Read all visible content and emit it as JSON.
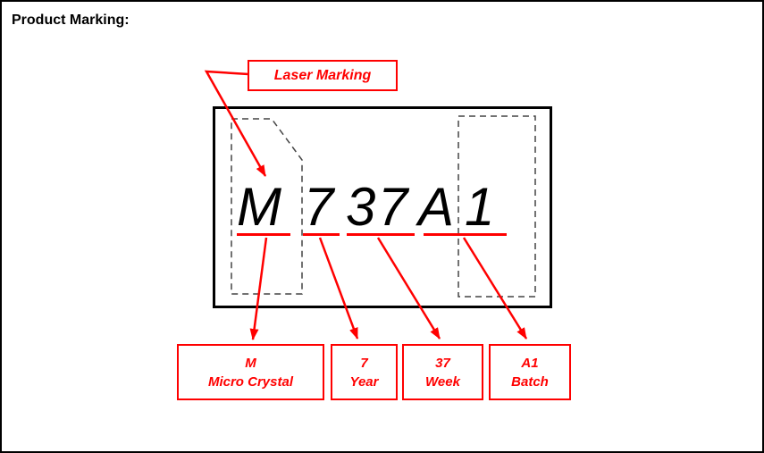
{
  "page": {
    "title": "Product Marking:"
  },
  "diagram": {
    "laser_marking_label": "Laser Marking",
    "marking": {
      "chars": [
        "M",
        "7",
        "3",
        "7",
        "A",
        "1"
      ],
      "underline_groups": [
        "M",
        "7",
        "37",
        "A1"
      ]
    },
    "callouts": [
      {
        "line1": "M",
        "line2": "Micro Crystal"
      },
      {
        "line1": "7",
        "line2": "Year"
      },
      {
        "line1": "37",
        "line2": "Week"
      },
      {
        "line1": "A1",
        "line2": "Batch"
      }
    ],
    "colors": {
      "accent": "#ff0000",
      "ink": "#000000",
      "dashed_outline": "#444444",
      "background": "#ffffff"
    }
  }
}
